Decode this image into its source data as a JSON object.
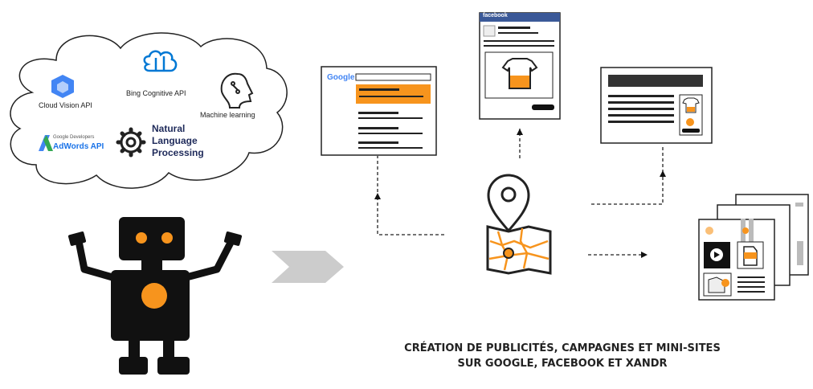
{
  "cloud": {
    "items": [
      {
        "id": "vision",
        "label": "Cloud Vision API",
        "icon": "cloud-vision-hexagon-icon"
      },
      {
        "id": "bing",
        "label": "Bing Cognitive API",
        "icon": "bing-brain-circuit-icon"
      },
      {
        "id": "ml",
        "label": "Machine learning",
        "icon": "brain-head-icon"
      },
      {
        "id": "adwords",
        "label_top": "Google Developers",
        "label": "AdWords API",
        "icon": "adwords-logo-icon"
      },
      {
        "id": "nlp",
        "label": "Natural Language Processing",
        "lines": [
          "Natural",
          "Language",
          "Processing"
        ],
        "icon": "gear-icon"
      }
    ]
  },
  "mockups": {
    "google": {
      "logo": "Google"
    },
    "facebook": {
      "header": "facebook"
    }
  },
  "caption": {
    "line1": "CRÉATION DE PUBLICITÉS, CAMPAGNES ET MINI-SITES",
    "line2_prefix": "SUR ",
    "google": "GOOGLE",
    "sep": ", ",
    "facebook": "FACEBOOK",
    "et": " ET ",
    "xandr": "XANDR"
  },
  "colors": {
    "accent": "#f7941d",
    "dark": "#111111",
    "arrow": "#cccccc",
    "fb": "#3b5998"
  }
}
